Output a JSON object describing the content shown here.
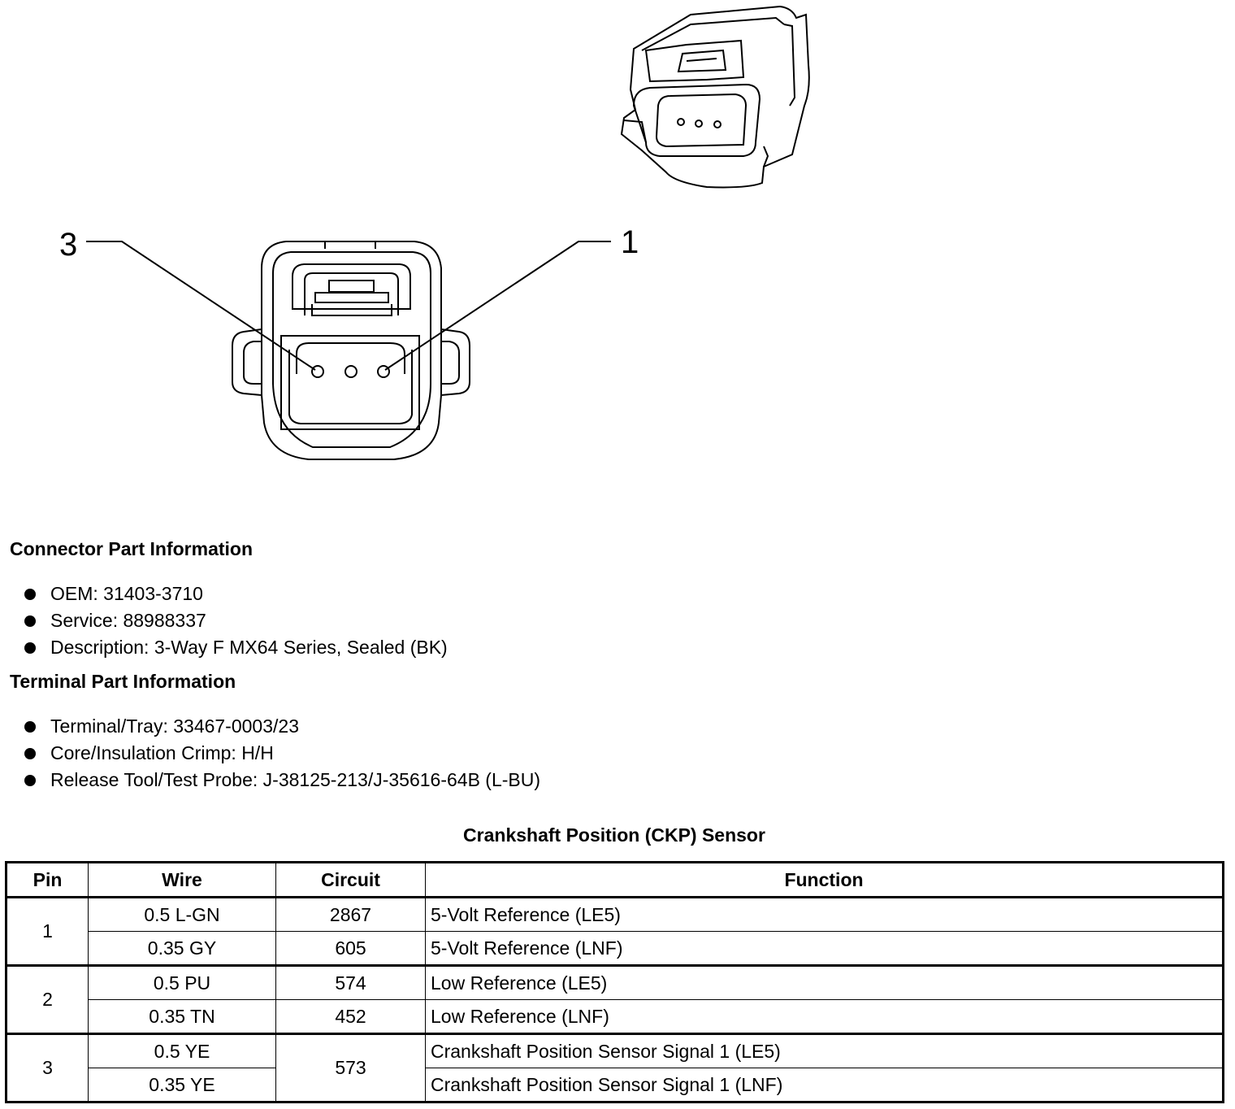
{
  "diagram": {
    "callouts": [
      "3",
      "1"
    ]
  },
  "connector_info": {
    "title": "Connector Part Information",
    "items": [
      "OEM: 31403-3710",
      "Service: 88988337",
      "Description: 3-Way F MX64 Series, Sealed (BK)"
    ]
  },
  "terminal_info": {
    "title": "Terminal Part Information",
    "items": [
      "Terminal/Tray: 33467-0003/23",
      "Core/Insulation Crimp: H/H",
      "Release Tool/Test Probe: J-38125-213/J-35616-64B (L-BU)"
    ]
  },
  "table": {
    "title": "Crankshaft Position (CKP) Sensor",
    "headers": [
      "Pin",
      "Wire",
      "Circuit",
      "Function"
    ],
    "rows": [
      {
        "pin": "1",
        "wire": "0.5 L-GN",
        "circuit": "2867",
        "function": "5-Volt Reference (LE5)"
      },
      {
        "pin": "",
        "wire": "0.35 GY",
        "circuit": "605",
        "function": "5-Volt Reference (LNF)"
      },
      {
        "pin": "2",
        "wire": "0.5 PU",
        "circuit": "574",
        "function": "Low Reference (LE5)"
      },
      {
        "pin": "",
        "wire": "0.35 TN",
        "circuit": "452",
        "function": "Low Reference (LNF)"
      },
      {
        "pin": "3",
        "wire": "0.5 YE",
        "circuit": "573",
        "function": "Crankshaft Position Sensor Signal 1 (LE5)"
      },
      {
        "pin": "",
        "wire": "0.35 YE",
        "circuit": "",
        "function": "Crankshaft Position Sensor Signal 1 (LNF)"
      }
    ]
  }
}
